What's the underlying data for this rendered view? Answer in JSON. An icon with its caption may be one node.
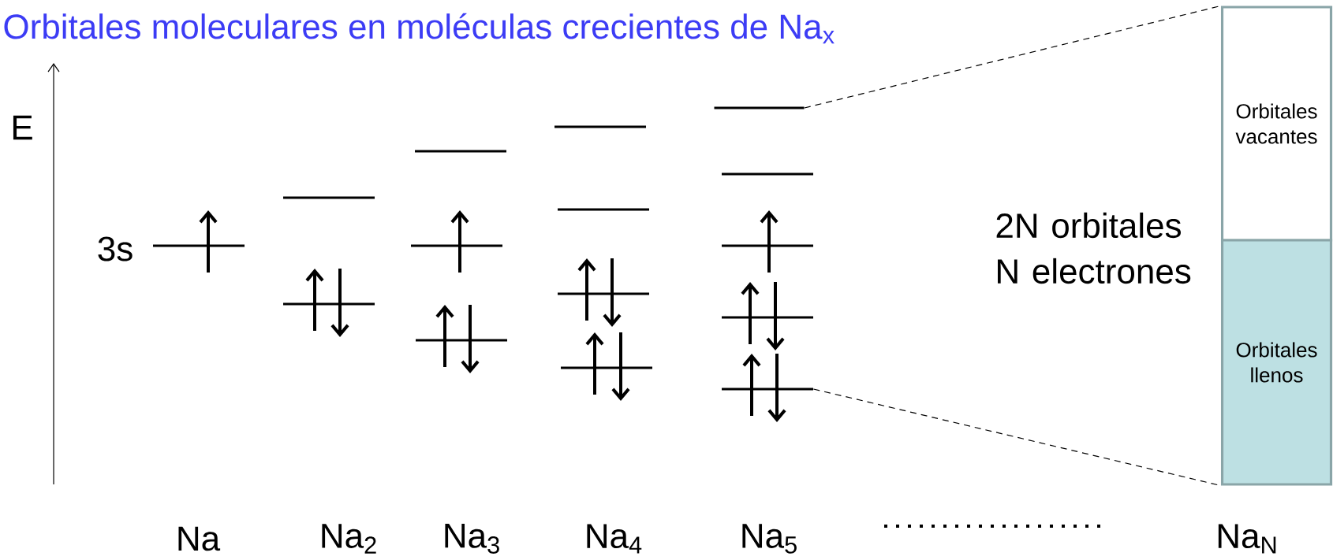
{
  "diagram": {
    "title": "Orbitales moleculares en moléculas crecientes de Na$_{x}$",
    "nodes": [
      {
        "text": [
          "Orbitales vacantes"
        ]
      },
      {
        "text": [
          "Orbitales llenos"
        ]
      },
      {
        "text": [],
        "shape": "bar"
      },
      {
        "text": [],
        "shape": "bar"
      }
    ],
    "edges": [
      {
        "from": 2,
        "to": 0,
        "arrow": "none",
        "style": "dashed"
      },
      {
        "from": 3,
        "to": 1,
        "arrow": "none",
        "style": "dashed"
      }
    ],
    "labels": [
      "E",
      "3s",
      "2N orbitales N electrones",
      "Na",
      "Na$_{2}$",
      "Na$_{3}$",
      "Na$_{4}$",
      "Na$_{5}$",
      "Na$_{N}$"
    ]
  }
}
